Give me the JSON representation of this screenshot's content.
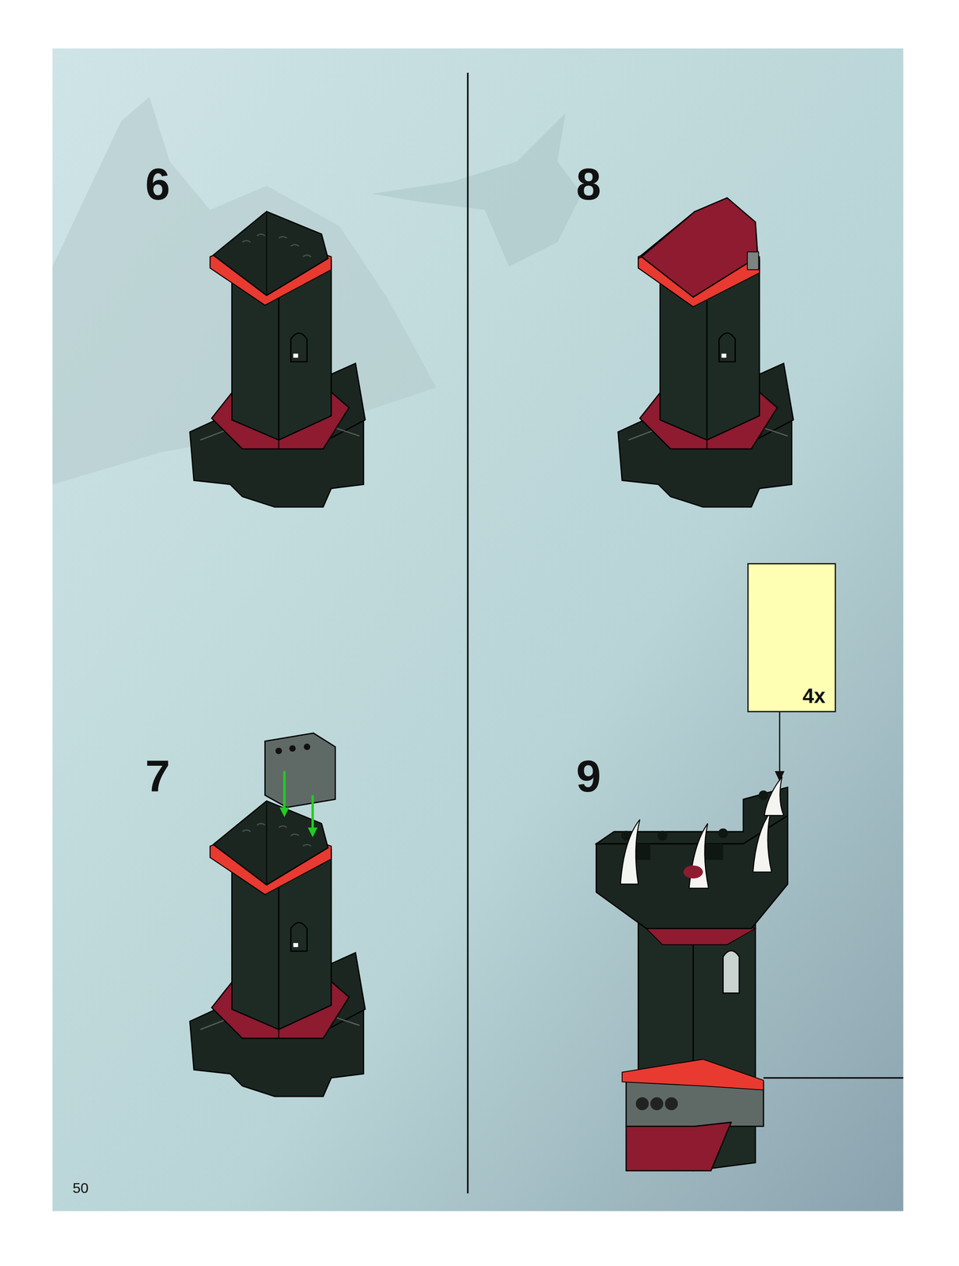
{
  "diagram": {
    "nodes": [
      {
        "text": [
          "4x"
        ]
      }
    ],
    "labels": [
      "6",
      "8",
      "7",
      "9",
      "50"
    ]
  }
}
